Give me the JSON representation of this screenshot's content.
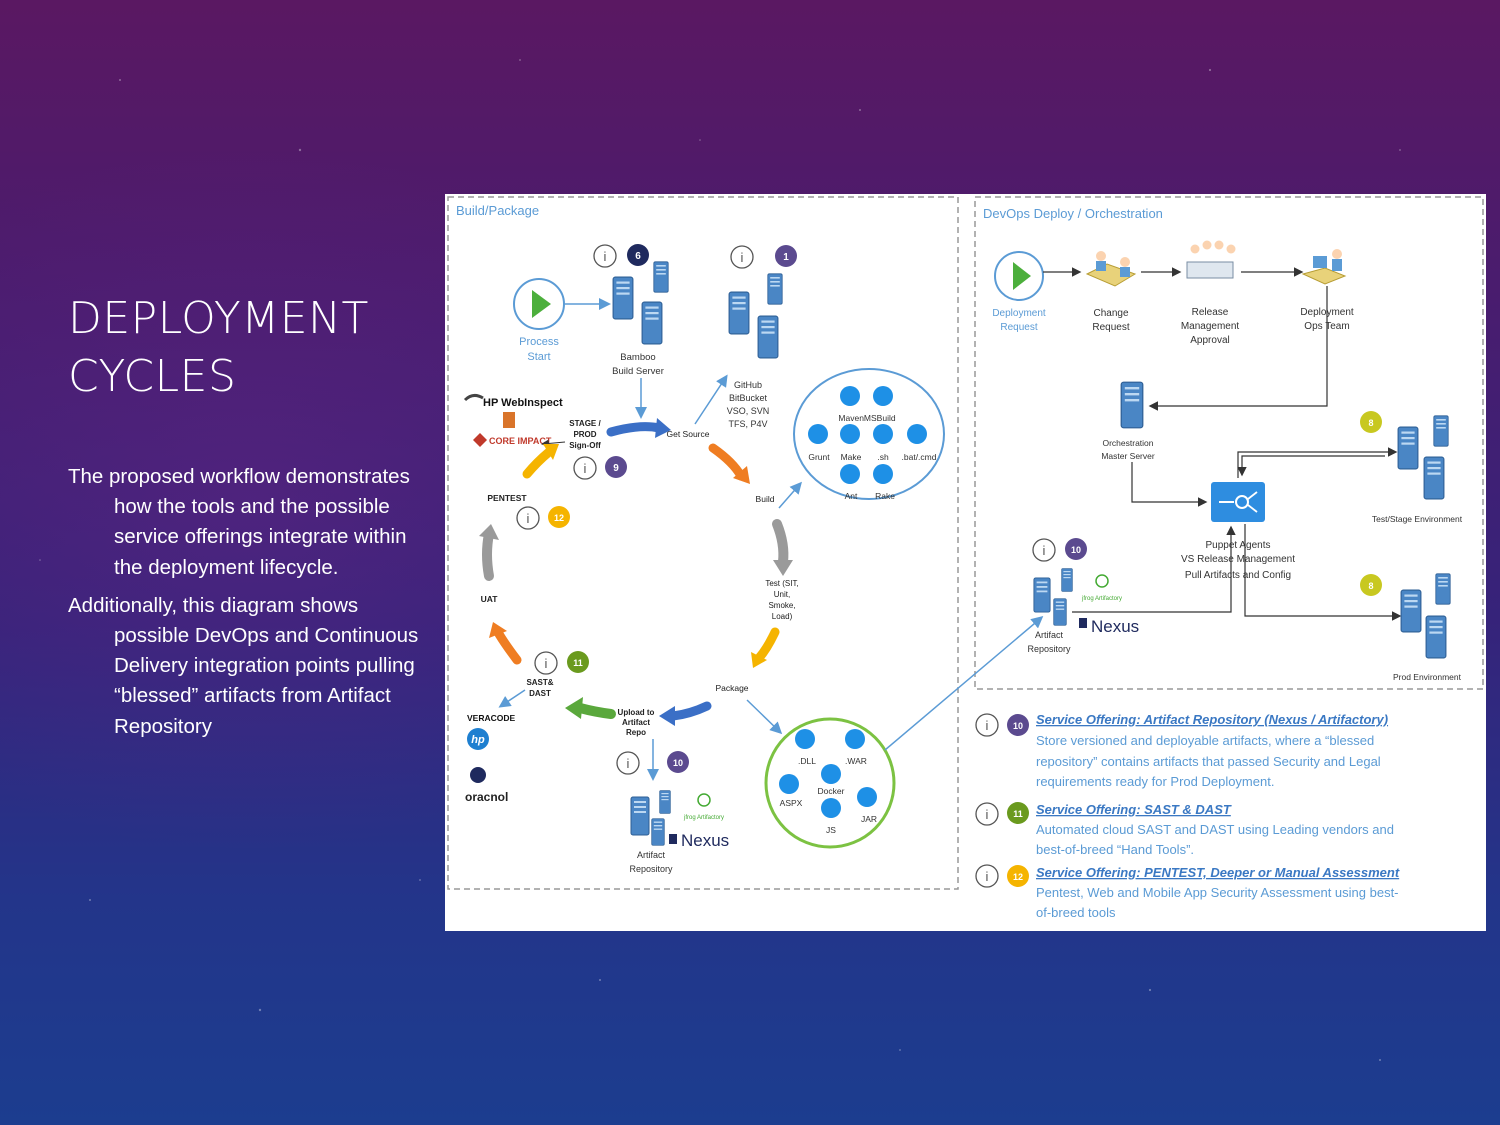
{
  "slide": {
    "title_line1": "DEPLOYMENT",
    "title_line2": "CYCLES",
    "paragraph1": "The proposed workflow demonstrates how the tools and the possible service offerings  integrate within the deployment  lifecycle.",
    "paragraph2": "Additionally, this diagram shows possible DevOps and Continuous  Delivery integration points pulling “blessed” artifacts from Artifact Repository"
  },
  "build": {
    "section_title": "Build/Package",
    "process_start": [
      "Process",
      "Start"
    ],
    "bamboo": [
      "Bamboo",
      "Build Server"
    ],
    "github": [
      "GitHub",
      "BitBucket",
      "VSO, SVN",
      "TFS, P4V"
    ],
    "get_source": "Get Source",
    "stage_signoff": [
      "STAGE /",
      "PROD",
      "Sign-Off"
    ],
    "pentest": "PENTEST",
    "uat": "UAT",
    "build_label": "Build",
    "test": [
      "Test (SIT,",
      "Unit,",
      "Smoke,",
      "Load)"
    ],
    "package": "Package",
    "upload": [
      "Upload to",
      "Artifact",
      "Repo"
    ],
    "sast": [
      "SAST&",
      "DAST"
    ],
    "artifact_repo": [
      "Artifact",
      "Repository"
    ],
    "tools": {
      "mavenmsbuild": "MavenMSBuild",
      "grunt": "Grunt",
      "make": "Make",
      "sh": ".sh",
      "bat": ".bat/.cmd",
      "ant": "Ant",
      "rake": "Rake"
    },
    "pkgs": {
      "dll": ".DLL",
      "war": ".WAR",
      "docker": "Docker",
      "aspx": "ASPX",
      "js": "JS",
      "jar": "JAR"
    },
    "badges": {
      "b6": "6",
      "b1": "1",
      "b9": "9",
      "b12": "12",
      "b11": "11",
      "b10": "10"
    },
    "logos": {
      "hp_webinspect": "HP WebInspect",
      "core_impact": "CORE IMPACT",
      "veracode": "VERACODE",
      "hp": "hp",
      "oracle": "oracnol"
    },
    "jfrog": "jfrog Artifactory",
    "nexus": "Nexus"
  },
  "devops": {
    "section_title": "DevOps Deploy / Orchestration",
    "deploy_request": [
      "Deployment",
      "Request"
    ],
    "change_request": [
      "Change",
      "Request"
    ],
    "release_mgmt": [
      "Release",
      "Management",
      "Approval"
    ],
    "ops_team": [
      "Deployment",
      "Ops Team"
    ],
    "orchestration": [
      "Orchestration",
      "Master Server"
    ],
    "puppet": [
      "Puppet Agents",
      "VS Release Management",
      "Pull Artifacts and Config"
    ],
    "test_stage_env": "Test/Stage Environment",
    "prod_env": "Prod Environment",
    "artifact_repo": [
      "Artifact",
      "Repository"
    ],
    "badges": {
      "b10": "10",
      "b8a": "8",
      "b8b": "8"
    },
    "jfrog": "jfrog Artifactory",
    "nexus": "Nexus"
  },
  "offerings": [
    {
      "badge": "10",
      "color": "#5b4a8f",
      "title": "Service Offering: Artifact Repository (Nexus / Artifactory)",
      "lines": [
        "Store versioned and deployable artifacts, where a “blessed",
        "repository” contains artifacts that passed Security and Legal",
        "requirements ready for Prod Deployment."
      ]
    },
    {
      "badge": "11",
      "color": "#6a9a1e",
      "title": "Service Offering: SAST & DAST",
      "lines": [
        "Automated cloud SAST and DAST using Leading vendors and",
        "best-of-breed “Hand Tools”."
      ]
    },
    {
      "badge": "12",
      "color": "#f5b400",
      "title": "Service Offering: PENTEST, Deeper or Manual  Assessment",
      "lines": [
        "Pentest, Web and Mobile App Security Assessment using best-",
        "of-breed tools"
      ]
    }
  ],
  "colors": {
    "accent_blue": "#5b9bd5",
    "dot_blue": "#1e90e6",
    "green_circle": "#7cc242",
    "badge_navy": "#1f2a5e",
    "badge_purple": "#5b4a8f",
    "badge_green": "#6a9a1e",
    "badge_yellow": "#f5b400",
    "badge_olive": "#c8c820"
  },
  "icons": [
    "play-icon",
    "server-icon",
    "info-icon",
    "people-icon",
    "gear-network-icon"
  ]
}
